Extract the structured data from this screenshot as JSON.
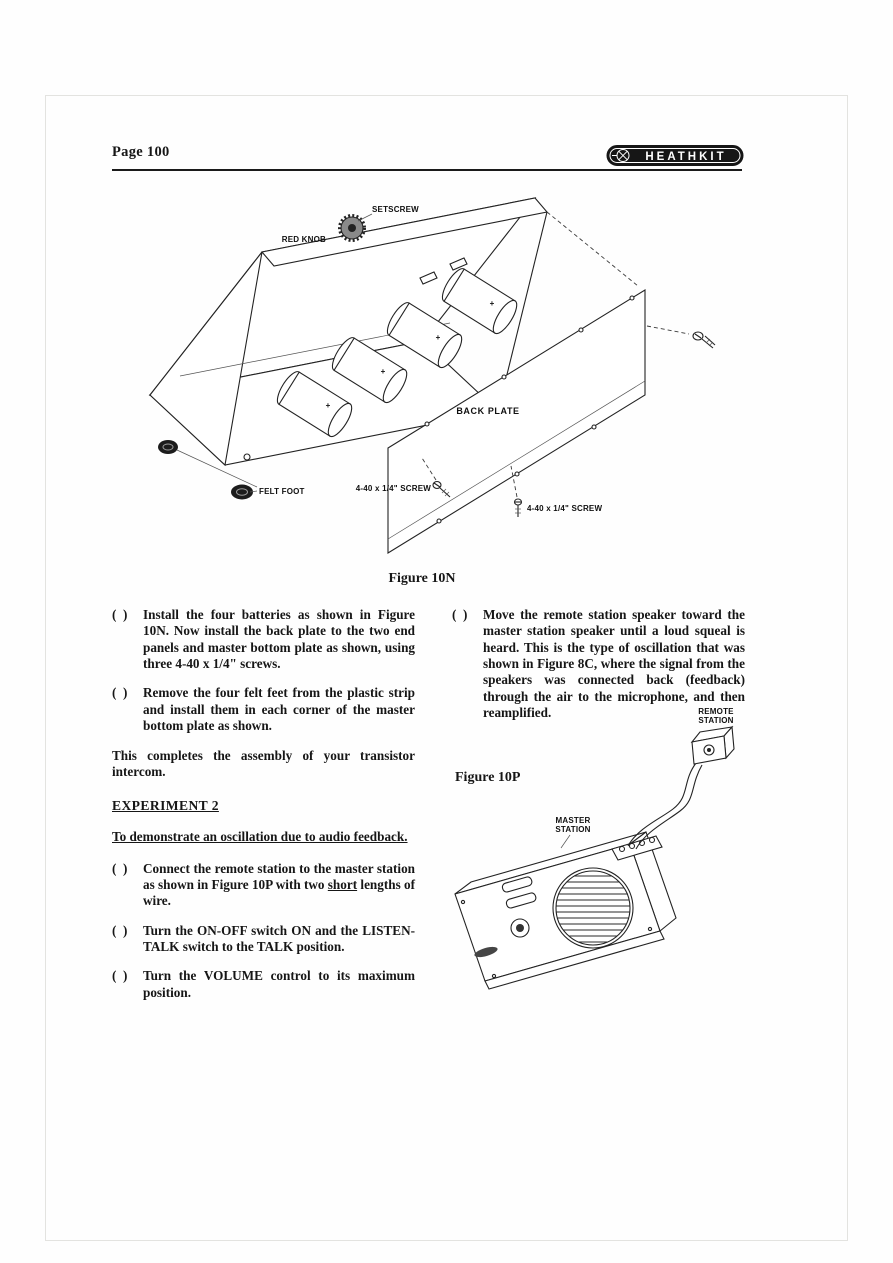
{
  "header": {
    "page_number": "Page 100",
    "brand": "HEATHKIT"
  },
  "figure_10n": {
    "caption": "Figure 10N",
    "battery_polarity": "+",
    "labels": {
      "setscrew": "SETSCREW",
      "red_knob": "RED KNOB",
      "back_plate": "BACK PLATE",
      "felt_foot": "FELT FOOT",
      "screw_left": "4-40 x 1/4\" SCREW",
      "screw_right": "4-40 x 1/4\" SCREW"
    }
  },
  "figure_10p": {
    "caption": "Figure 10P",
    "labels": {
      "remote_line1": "REMOTE",
      "remote_line2": "STATION",
      "master_line1": "MASTER",
      "master_line2": "STATION"
    }
  },
  "left_column": {
    "steps_top": [
      {
        "checkbox": "(  )",
        "text": "Install the four batteries as shown in Figure 10N.  Now install the back plate to the two end panels and master bottom plate as shown, using three 4-40 x 1/4\" screws."
      },
      {
        "checkbox": "(  )",
        "text": "Remove the four felt feet from the plastic strip and install them in each corner of the master bottom plate as shown."
      }
    ],
    "closing": "This completes the assembly of your transistor intercom.",
    "experiment_heading": "EXPERIMENT 2",
    "experiment_goal": "To demonstrate an oscillation due to audio feedback.",
    "step_connect": {
      "checkbox": "(  )",
      "pre": "Connect the remote station to the master station as shown in Figure 10P with two ",
      "underlined": "short",
      "post": " lengths of wire."
    },
    "steps_bottom": [
      {
        "checkbox": "(  )",
        "text": "Turn the ON-OFF switch ON and the LISTEN-TALK switch to the TALK position."
      },
      {
        "checkbox": "(  )",
        "text": "Turn the VOLUME control to its maximum position."
      }
    ]
  },
  "right_column": {
    "step_move": {
      "checkbox": "(  )",
      "text": "Move the remote station speaker toward the master station speaker until a loud squeal is heard.  This is the type of oscillation that was shown in Figure 8C, where the signal from the speakers was connected back (feedback) through the air to the microphone, and then reamplified."
    }
  }
}
